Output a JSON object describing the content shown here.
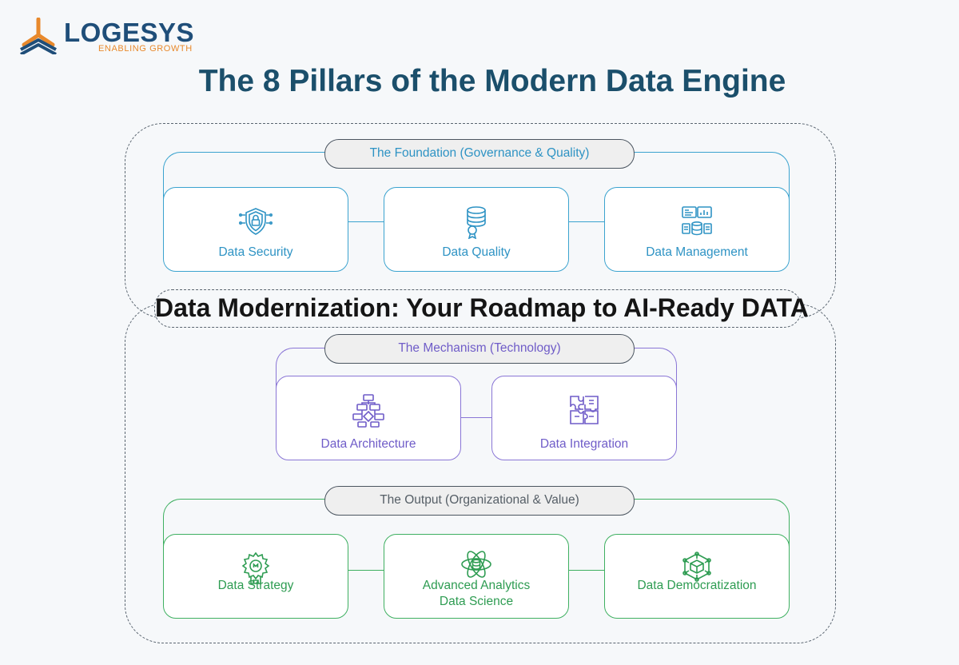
{
  "brand": {
    "name": "LOGESYS",
    "tagline": "ENABLING GROWTH",
    "colors": {
      "blue": "#1f4e79",
      "orange": "#e8892c"
    }
  },
  "title": "The 8 Pillars of the Modern Data Engine",
  "banner": "Data Modernization: Your Roadmap to AI-Ready DATA",
  "foundation": {
    "heading": "The Foundation (Governance & Quality)",
    "color": "#3ba3cf",
    "pillars": [
      {
        "label": "Data Security",
        "icon": "shield-lock-icon"
      },
      {
        "label": "Data Quality",
        "icon": "database-badge-icon"
      },
      {
        "label": "Data Management",
        "icon": "dashboard-database-icon"
      }
    ]
  },
  "mechanism": {
    "heading": "The Mechanism (Technology)",
    "color": "#8a76d6",
    "pillars": [
      {
        "label": "Data Architecture",
        "icon": "flowchart-icon"
      },
      {
        "label": "Data Integration",
        "icon": "puzzle-icon"
      }
    ]
  },
  "output": {
    "heading": "The Output (Organizational & Value)",
    "color": "#3fb061",
    "pillars": [
      {
        "label": "Data Strategy",
        "icon": "gear-strategy-icon"
      },
      {
        "label": "Advanced Analytics",
        "label2": "Data Science",
        "icon": "atom-database-icon"
      },
      {
        "label": "Data Democratization",
        "icon": "network-cube-icon"
      }
    ]
  }
}
